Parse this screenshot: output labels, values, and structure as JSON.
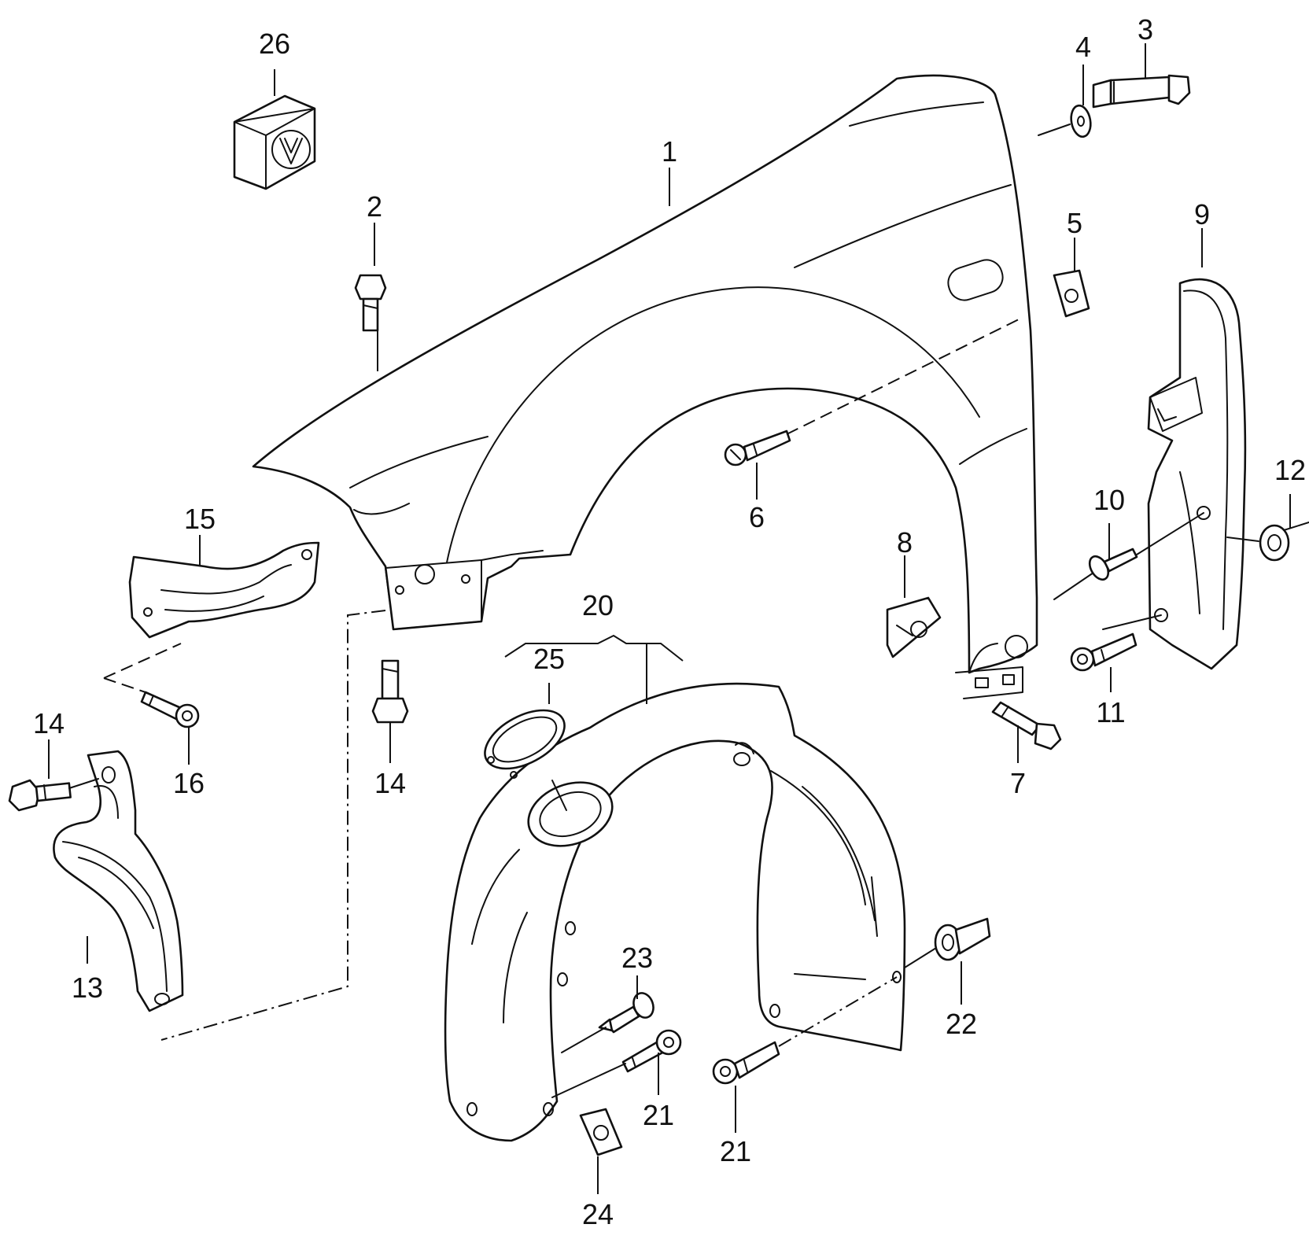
{
  "callouts": [
    {
      "id": "c1",
      "label": "1"
    },
    {
      "id": "c2",
      "label": "2"
    },
    {
      "id": "c3",
      "label": "3"
    },
    {
      "id": "c4",
      "label": "4"
    },
    {
      "id": "c5",
      "label": "5"
    },
    {
      "id": "c6",
      "label": "6"
    },
    {
      "id": "c7",
      "label": "7"
    },
    {
      "id": "c8",
      "label": "8"
    },
    {
      "id": "c9",
      "label": "9"
    },
    {
      "id": "c10",
      "label": "10"
    },
    {
      "id": "c11",
      "label": "11"
    },
    {
      "id": "c12",
      "label": "12"
    },
    {
      "id": "c13",
      "label": "13"
    },
    {
      "id": "c14a",
      "label": "14"
    },
    {
      "id": "c14b",
      "label": "14"
    },
    {
      "id": "c15",
      "label": "15"
    },
    {
      "id": "c16",
      "label": "16"
    },
    {
      "id": "c20",
      "label": "20"
    },
    {
      "id": "c21a",
      "label": "21"
    },
    {
      "id": "c21b",
      "label": "21"
    },
    {
      "id": "c22",
      "label": "22"
    },
    {
      "id": "c23",
      "label": "23"
    },
    {
      "id": "c24",
      "label": "24"
    },
    {
      "id": "c25",
      "label": "25"
    },
    {
      "id": "c26",
      "label": "26"
    }
  ],
  "colors": {
    "ink": "#111111",
    "paper": "#ffffff"
  }
}
